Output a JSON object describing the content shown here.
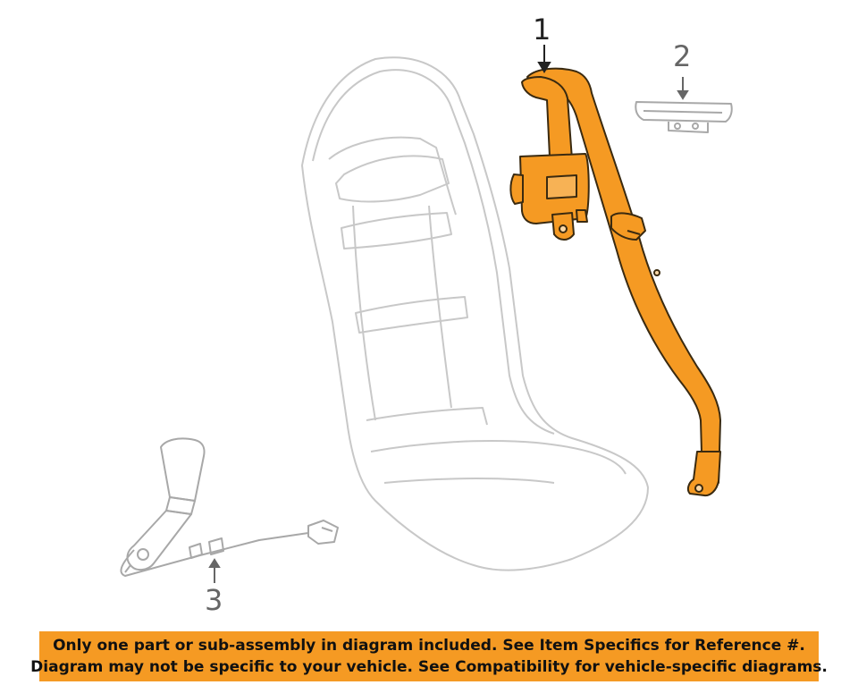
{
  "callouts": {
    "one": "1",
    "two": "2",
    "three": "3"
  },
  "banner": {
    "line1": "Only one part or sub-assembly in diagram included. See Item Specifics for Reference #.",
    "line2": "Diagram may not be specific to your vehicle. See Compatibility for vehicle-specific diagrams."
  },
  "colors": {
    "highlight": "#f59a23",
    "outline": "#c8c8c8",
    "ink": "#444444"
  }
}
